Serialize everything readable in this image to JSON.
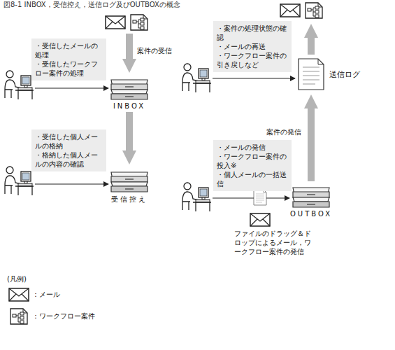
{
  "diagram": {
    "title": "図8-1 INBOX，受信控え，送信ログ及びOUTBOXの概念",
    "nodes": [
      {
        "text": [
          "・受信したメールの処理",
          "・受信したワークフロー案件の処理"
        ]
      },
      {
        "text": [
          "INBOX"
        ]
      },
      {
        "text": [
          "・受信した個人メールの格納",
          "・格納した個人メールの内容の確認"
        ]
      },
      {
        "text": [
          "受信控え"
        ]
      },
      {
        "text": [
          "・案件の処理状態の確認",
          "・メールの再送",
          "・ワークフロー案件の引き戻しなど"
        ]
      },
      {
        "text": [
          "送信ログ"
        ]
      },
      {
        "text": [
          "・メールの発信",
          "・ワークフロー案件の投入※",
          "・個人メールの一括送信"
        ]
      },
      {
        "text": [
          "OUTBOX"
        ]
      }
    ],
    "edges": [
      {
        "from": 1,
        "to": 3,
        "arrow": "to"
      },
      {
        "from": 7,
        "to": 5,
        "label": "案件の発信",
        "arrow": "to"
      }
    ],
    "labels": [
      "案件の受信",
      "ファイルのドラッグ＆ドロップによるメール，ワークフロー案件の発信",
      "(凡例)"
    ],
    "legend": [
      {
        "text": "：メール"
      },
      {
        "text": "：ワークフロー案件"
      }
    ]
  }
}
